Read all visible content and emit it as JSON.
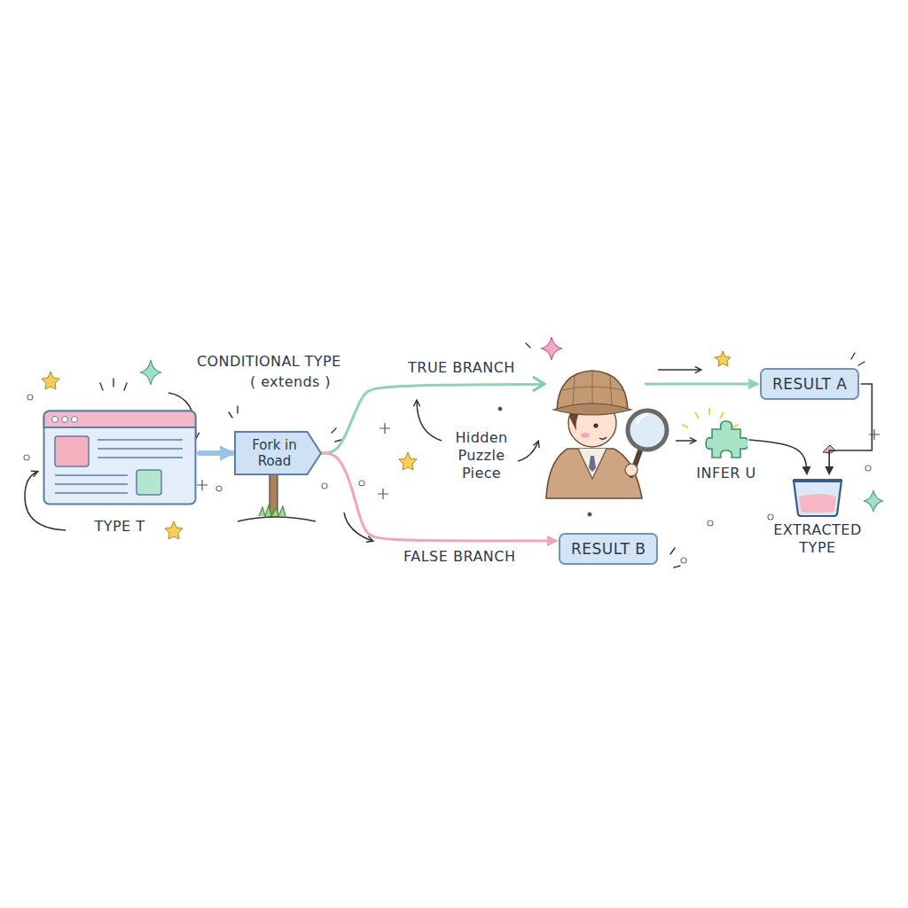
{
  "diagram": {
    "nodes": [
      {
        "text": [
          "TYPE T"
        ]
      },
      {
        "text": [
          "Fork in Road"
        ]
      },
      {
        "text": [
          "RESULT A"
        ]
      },
      {
        "text": [
          "RESULT B"
        ]
      },
      {
        "text": [
          "INFER U"
        ]
      },
      {
        "text": [
          "EXTRACTED TYPE"
        ]
      }
    ],
    "edges": [
      {
        "from": 0,
        "to": 1,
        "arrow": "to"
      },
      {
        "from": 1,
        "to": 2,
        "label": "TRUE BRANCH",
        "arrow": "to"
      },
      {
        "from": 1,
        "to": 3,
        "label": "FALSE BRANCH",
        "arrow": "to"
      },
      {
        "from": 4,
        "to": 5,
        "arrow": "to"
      },
      {
        "from": 2,
        "to": 5,
        "arrow": "to"
      }
    ],
    "labels": [
      "CONDITIONAL TYPE",
      "( extends )",
      "Hidden Puzzle Piece"
    ]
  }
}
